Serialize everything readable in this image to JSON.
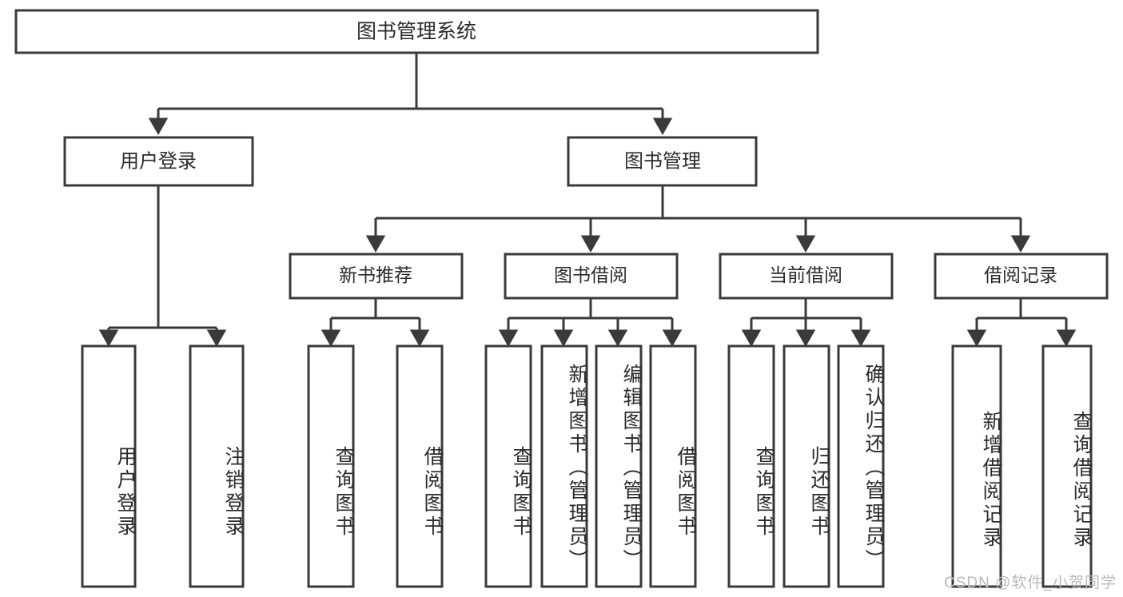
{
  "diagram": {
    "title": "图书管理系统",
    "type": "tree-hierarchy-chart",
    "root": {
      "label": "图书管理系统"
    },
    "level1": [
      {
        "label": "用户登录"
      },
      {
        "label": "图书管理"
      }
    ],
    "level2": [
      {
        "label": "新书推荐"
      },
      {
        "label": "图书借阅"
      },
      {
        "label": "当前借阅"
      },
      {
        "label": "借阅记录"
      }
    ],
    "leaves": {
      "user_login": [
        {
          "label": "用户登录"
        },
        {
          "label": "注销登录"
        }
      ],
      "new_book_recommend": [
        {
          "label": "查询图书"
        },
        {
          "label": "借阅图书"
        }
      ],
      "book_borrow": [
        {
          "label": "查询图书"
        },
        {
          "label": "新增图书（管理员）"
        },
        {
          "label": "编辑图书（管理员）"
        },
        {
          "label": "借阅图书"
        }
      ],
      "current_borrow": [
        {
          "label": "查询图书"
        },
        {
          "label": "归还图书"
        },
        {
          "label": "确认归还（管理员）"
        }
      ],
      "borrow_record": [
        {
          "label": "新增借阅记录"
        },
        {
          "label": "查询借阅记录"
        }
      ]
    }
  },
  "watermark": {
    "text": "CSDN @软件_小贺同学"
  },
  "colors": {
    "stroke": "#3a3a3a",
    "box_fill": "#ffffff",
    "text": "#2b2b2b",
    "watermark": "#b9b9b9",
    "background": "#ffffff"
  }
}
